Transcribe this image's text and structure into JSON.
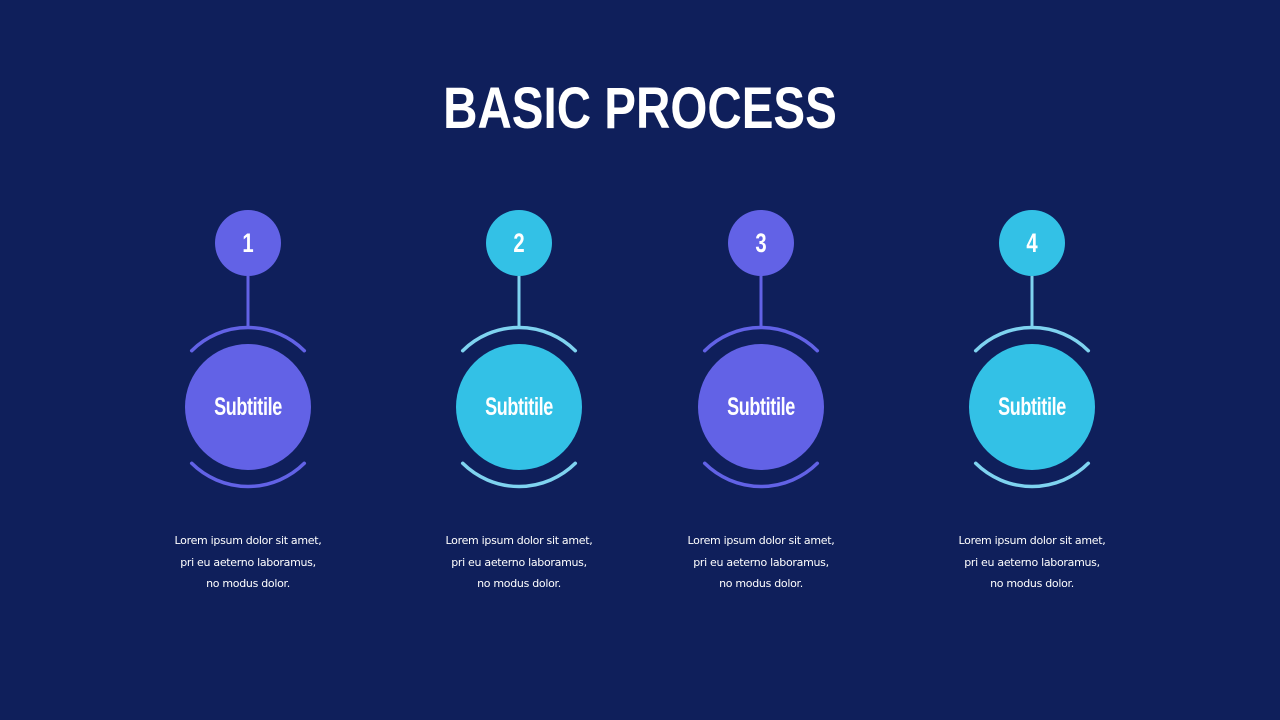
{
  "slide": {
    "title": "BASIC PROCESS",
    "background": "#0f1f5b"
  },
  "colors": {
    "purple": "#6262e6",
    "cyan": "#33c1e6",
    "cyan_arc": "#7fd3f0"
  },
  "steps": [
    {
      "number": "1",
      "subtitle": "Subtitile",
      "color": "#6262e6",
      "arc_color": "#6262e6",
      "description": [
        "Lorem ipsum dolor sit amet,",
        "pri eu aeterno laboramus,",
        "no modus dolor."
      ]
    },
    {
      "number": "2",
      "subtitle": "Subtitile",
      "color": "#33c1e6",
      "arc_color": "#7fd3f0",
      "description": [
        "Lorem ipsum dolor sit amet,",
        "pri eu aeterno laboramus,",
        "no modus dolor."
      ]
    },
    {
      "number": "3",
      "subtitle": "Subtitile",
      "color": "#6262e6",
      "arc_color": "#6262e6",
      "description": [
        "Lorem ipsum dolor sit amet,",
        "pri eu aeterno laboramus,",
        "no modus dolor."
      ]
    },
    {
      "number": "4",
      "subtitle": "Subtitile",
      "color": "#33c1e6",
      "arc_color": "#7fd3f0",
      "description": [
        "Lorem ipsum dolor sit amet,",
        "pri eu aeterno laboramus,",
        "no modus dolor."
      ]
    }
  ]
}
